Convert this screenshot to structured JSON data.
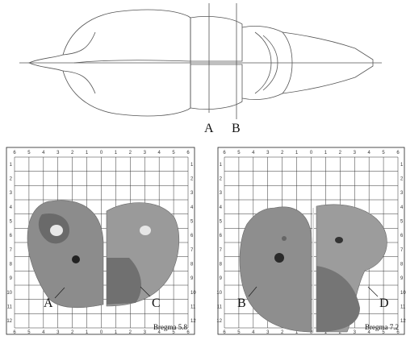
{
  "top_view": {
    "section_labels": [
      "A",
      "B"
    ]
  },
  "panels": [
    {
      "id": "left",
      "bregma": "Bregma 5.8",
      "labels": [
        "A",
        "C"
      ],
      "x_ticks": [
        "6",
        "5",
        "4",
        "3",
        "2",
        "1",
        "0",
        "1",
        "2",
        "3",
        "4",
        "5",
        "6"
      ],
      "y_ticks": [
        "1",
        "2",
        "3",
        "4",
        "5",
        "6",
        "7",
        "8",
        "9",
        "10",
        "11",
        "12"
      ]
    },
    {
      "id": "right",
      "bregma": "Bregma 7.2",
      "labels": [
        "B",
        "D"
      ],
      "x_ticks": [
        "6",
        "5",
        "4",
        "3",
        "2",
        "1",
        "0",
        "1",
        "2",
        "3",
        "4",
        "5",
        "6"
      ],
      "y_ticks": [
        "1",
        "2",
        "3",
        "4",
        "5",
        "6",
        "7",
        "8",
        "9",
        "10",
        "11",
        "12"
      ]
    }
  ],
  "colors": {
    "line": "#555555",
    "grid": "#222222",
    "tissue": "#8f8f8f",
    "tissue_dark": "#5e5e5e"
  }
}
